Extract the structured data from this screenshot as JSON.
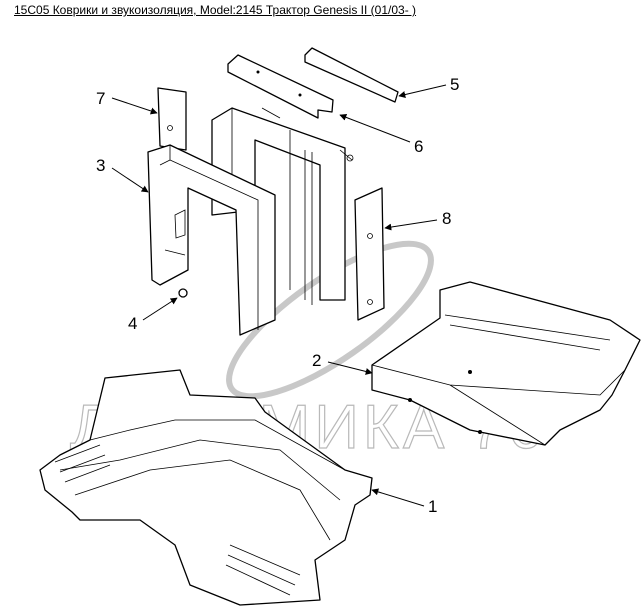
{
  "title": "15C05 Коврики и звукоизоляция, Model:2145 Трактор Genesis II (01/03- )",
  "watermark": "ДИНАМИКА 76",
  "callouts": [
    "1",
    "2",
    "3",
    "4",
    "5",
    "6",
    "7",
    "8"
  ]
}
